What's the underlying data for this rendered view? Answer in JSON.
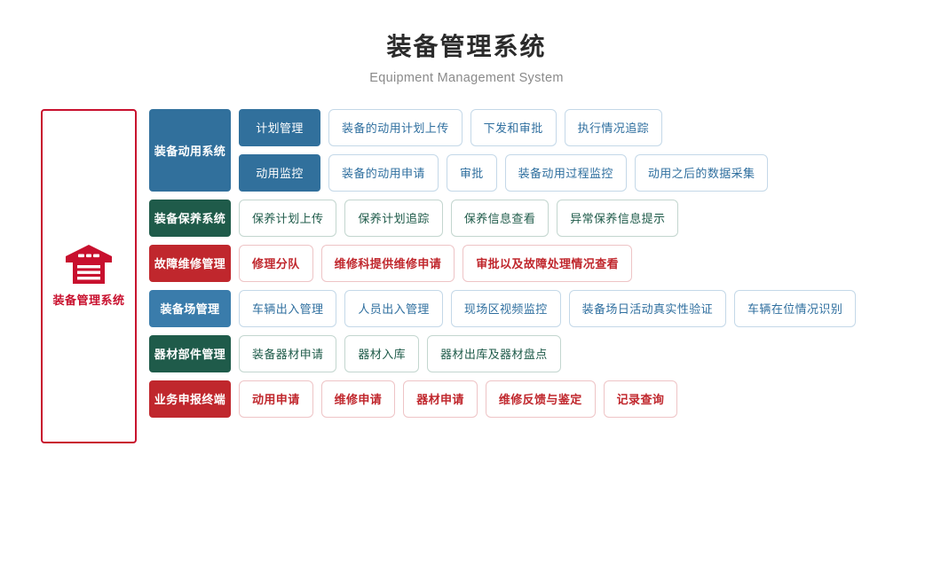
{
  "header": {
    "title": "装备管理系统",
    "subtitle": "Equipment Management System"
  },
  "hero": {
    "icon": "warehouse-icon",
    "label": "装备管理系统",
    "border_color": "#c8102e",
    "accent_color": "#c8102e"
  },
  "colors": {
    "blue": "#31709c",
    "blue_light": "#3a7cab",
    "green": "#1f5b4a",
    "red": "#c0272d",
    "item_blue_border": "#c4d8e8",
    "item_green_border": "#c3d6cf",
    "item_red_border": "#eec4c6"
  },
  "rows": [
    {
      "category": "装备动用系统",
      "theme": "blue",
      "subgroups": [
        {
          "label": "计划管理",
          "items": [
            "装备的动用计划上传",
            "下发和审批",
            "执行情况追踪"
          ]
        },
        {
          "label": "动用监控",
          "items": [
            "装备的动用申请",
            "审批",
            "装备动用过程监控",
            "动用之后的数据采集"
          ]
        }
      ]
    },
    {
      "category": "装备保养系统",
      "theme": "green",
      "items": [
        "保养计划上传",
        "保养计划追踪",
        "保养信息查看",
        "异常保养信息提示"
      ]
    },
    {
      "category": "故障维修管理",
      "theme": "red",
      "items": [
        "修理分队",
        "维修科提供维修申请",
        "审批以及故障处理情况查看"
      ]
    },
    {
      "category": "装备场管理",
      "theme": "blue2",
      "items": [
        "车辆出入管理",
        "人员出入管理",
        "现场区视频监控",
        "装备场日活动真实性验证",
        "车辆在位情况识别"
      ]
    },
    {
      "category": "器材部件管理",
      "theme": "green",
      "items": [
        "装备器材申请",
        "器材入库",
        "器材出库及器材盘点"
      ]
    },
    {
      "category": "业务申报终端",
      "theme": "red",
      "items": [
        "动用申请",
        "维修申请",
        "器材申请",
        "维修反馈与鉴定",
        "记录查询"
      ]
    }
  ]
}
